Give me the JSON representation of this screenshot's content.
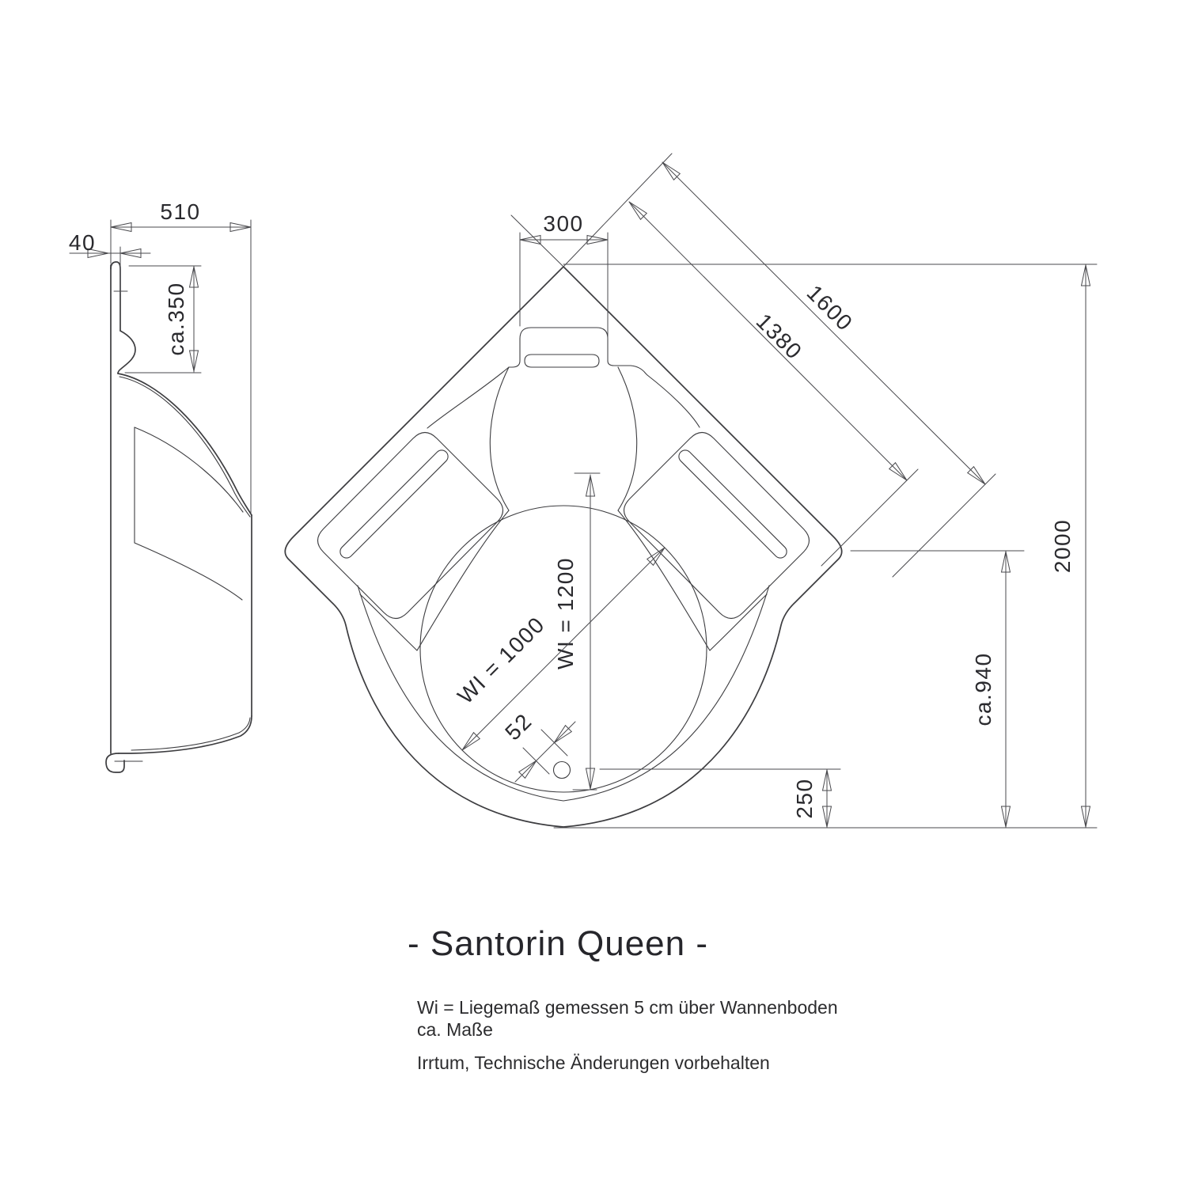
{
  "title": "- Santorin Queen -",
  "notes": {
    "line1": "Wi = Liegemaß gemessen 5 cm über Wannenboden",
    "line2": "ca. Maße",
    "line3": "Irrtum, Technische Änderungen vorbehalten"
  },
  "side_view": {
    "dim_top_width": "510",
    "dim_rim_lip": "40",
    "dim_upper_height": "ca.350"
  },
  "plan_view": {
    "dim_corner_notch": "300",
    "dim_outer_edge": "1600",
    "dim_inner_edge": "1380",
    "dim_overall": "2000",
    "dim_corner_to_front": "ca.940",
    "dim_front_rim": "250",
    "dim_inner_length": "WI = 1200",
    "dim_inner_width": "WI = 1000",
    "dim_drain_offset": "52"
  },
  "colors": {
    "line": "#3d3d40",
    "dim_line": "#4a4a4e",
    "text": "#2a2a2e",
    "title_text": "#26262b",
    "background": "#ffffff"
  }
}
